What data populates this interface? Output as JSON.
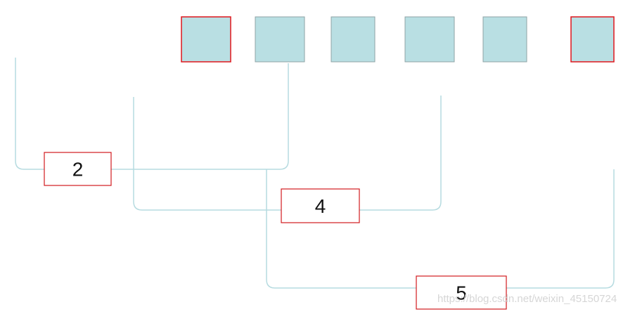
{
  "colors": {
    "cell_fill": "#b9dfe3",
    "cell_border": "#8fa3a6",
    "highlight_border": "#e0161c",
    "bracket_line": "#b6dbe0",
    "label_border": "#d11a1e",
    "text": "#111111"
  },
  "cells": [
    {
      "highlighted": true
    },
    {
      "highlighted": false
    },
    {
      "highlighted": false
    },
    {
      "highlighted": false
    },
    {
      "highlighted": false
    },
    {
      "highlighted": true
    }
  ],
  "brackets": [
    {
      "label": "2"
    },
    {
      "label": "4"
    },
    {
      "label": "5"
    }
  ],
  "watermark": "https://blog.csdn.net/weixin_45150724"
}
